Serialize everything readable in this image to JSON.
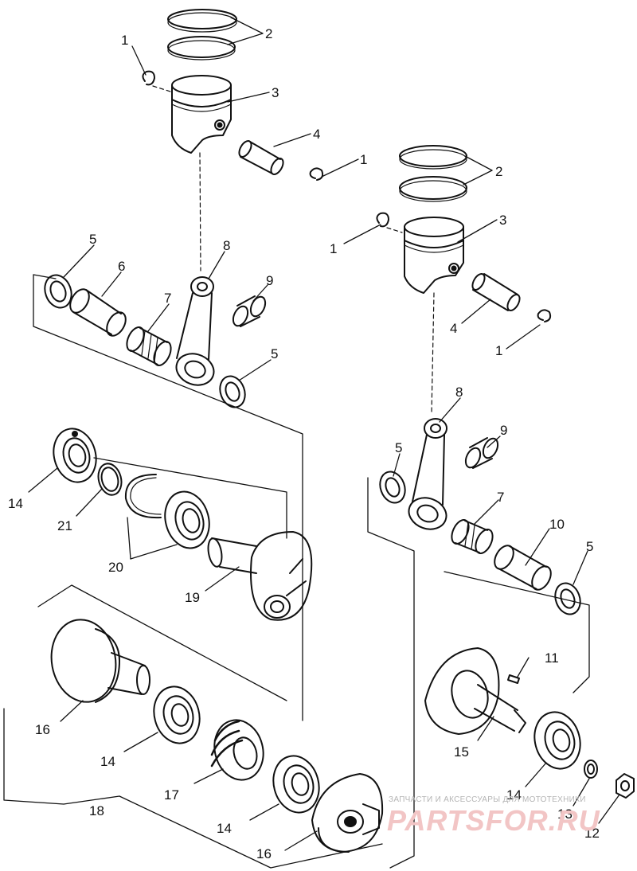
{
  "watermark": {
    "caption": "ЗАПЧАСТИ И АКСЕССУАРЫ ДЛЯ МОТОТЕХНИКИ",
    "logo": "PARTSFOR.RU"
  },
  "colors": {
    "ink": "#111111",
    "watermark_text": "#b5b5b5",
    "watermark_logo": "#f2c5c5"
  },
  "callouts": [
    {
      "id": "c1a",
      "text": "1"
    },
    {
      "id": "c2a",
      "text": "2"
    },
    {
      "id": "c3a",
      "text": "3"
    },
    {
      "id": "c4a",
      "text": "4"
    },
    {
      "id": "c1b",
      "text": "1"
    },
    {
      "id": "c2b",
      "text": "2"
    },
    {
      "id": "c3b",
      "text": "3"
    },
    {
      "id": "c1c",
      "text": "1"
    },
    {
      "id": "c4b",
      "text": "4"
    },
    {
      "id": "c1d",
      "text": "1"
    },
    {
      "id": "c5a",
      "text": "5"
    },
    {
      "id": "c6",
      "text": "6"
    },
    {
      "id": "c8a",
      "text": "8"
    },
    {
      "id": "c9a",
      "text": "9"
    },
    {
      "id": "c7a",
      "text": "7"
    },
    {
      "id": "c5b",
      "text": "5"
    },
    {
      "id": "c8b",
      "text": "8"
    },
    {
      "id": "c9b",
      "text": "9"
    },
    {
      "id": "c5c",
      "text": "5"
    },
    {
      "id": "c7b",
      "text": "7"
    },
    {
      "id": "c10",
      "text": "10"
    },
    {
      "id": "c5d",
      "text": "5"
    },
    {
      "id": "c14a",
      "text": "14"
    },
    {
      "id": "c21",
      "text": "21"
    },
    {
      "id": "c20",
      "text": "20"
    },
    {
      "id": "c19",
      "text": "19"
    },
    {
      "id": "c11",
      "text": "11"
    },
    {
      "id": "c16a",
      "text": "16"
    },
    {
      "id": "c14b",
      "text": "14"
    },
    {
      "id": "c15",
      "text": "15"
    },
    {
      "id": "c17",
      "text": "17"
    },
    {
      "id": "c14c",
      "text": "14"
    },
    {
      "id": "c18",
      "text": "18"
    },
    {
      "id": "c14d",
      "text": "14"
    },
    {
      "id": "c13",
      "text": "13"
    },
    {
      "id": "c12",
      "text": "12"
    },
    {
      "id": "c16b",
      "text": "16"
    }
  ]
}
